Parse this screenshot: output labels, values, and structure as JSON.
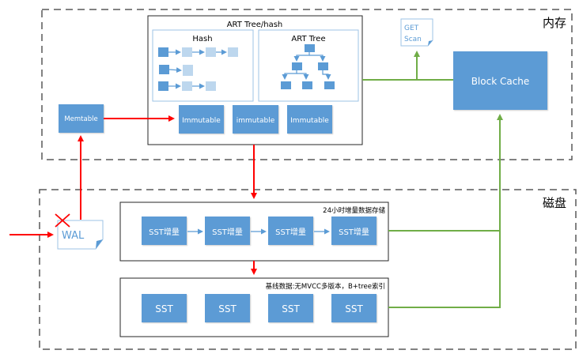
{
  "regions": {
    "memory": {
      "label": "内存"
    },
    "disk": {
      "label": "磁盘"
    }
  },
  "art_hash_container": {
    "title": "ART Tree/hash",
    "hash": {
      "title": "Hash"
    },
    "art_tree": {
      "title": "ART Tree"
    },
    "immutables": [
      "Immutable",
      "immutable",
      "Immutable"
    ]
  },
  "memtable": {
    "label": "Memtable"
  },
  "wal": {
    "label": "WAL",
    "blocked": true
  },
  "get_scan": {
    "line1": "GET",
    "line2": "Scan"
  },
  "block_cache": {
    "label": "Block Cache"
  },
  "incremental": {
    "title": "24小时增量数据存储",
    "items": [
      "SST增量",
      "SST增量",
      "SST增量",
      "SST增量"
    ]
  },
  "baseline": {
    "title": "基线数据:无MVCC多版本，B+tree索引",
    "items": [
      "SST",
      "SST",
      "SST",
      "SST"
    ]
  },
  "colors": {
    "box_blue": "#5b9bd5",
    "light_blue": "#bdd7ee",
    "write_path": "#ff0000",
    "read_path": "#70ad47",
    "dash": "#595959"
  }
}
